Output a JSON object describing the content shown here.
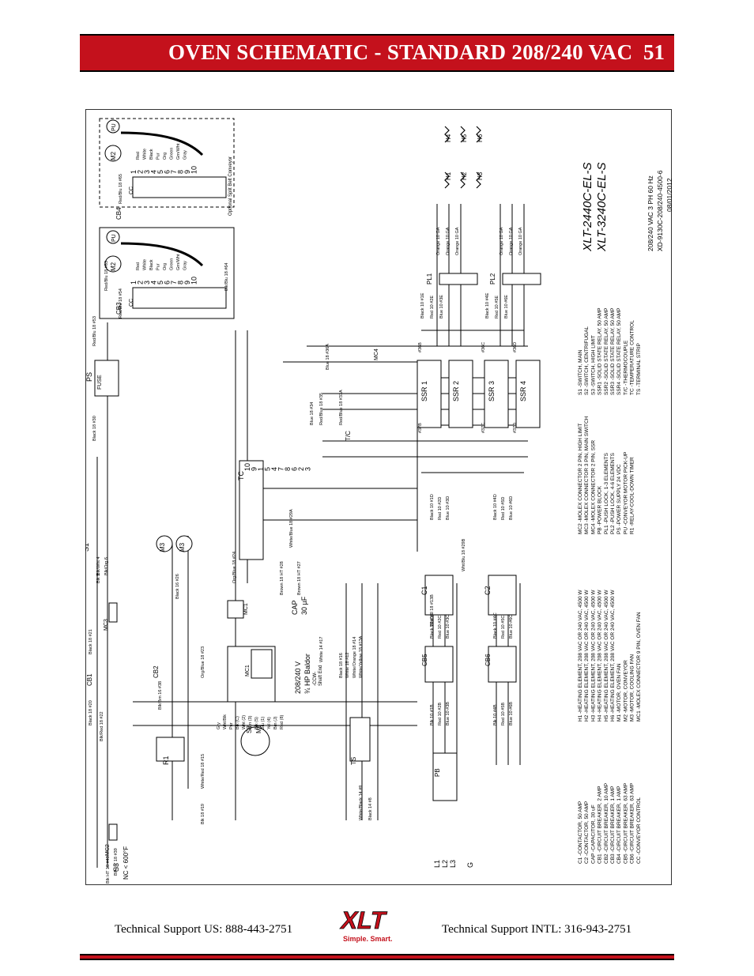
{
  "header": {
    "title": "OVEN SCHEMATIC - STANDARD 208/240 VAC",
    "page_number": "51"
  },
  "footer": {
    "support_us": "Technical Support  US:  888-443-2751",
    "support_intl": "Technical Support  INTL:  316-943-2751",
    "logo_text": "XLT",
    "logo_tagline": "Simple. Smart."
  },
  "schematic": {
    "models": [
      "XLT-2440C-EL-S",
      "XLT-3240C-EL-S"
    ],
    "spec": "208/240 VAC 3 PH 60 Hz",
    "doc_number": "XD-9130C-208/240-4500-6",
    "date": "08/01/2012",
    "conveyor_note": "Optional Split Belt Conveyor",
    "motor_label": "208/240 V",
    "motor_hp": "¾ HP Baldor",
    "motor_dir": "-CCW-",
    "motor_end": "Shaft End",
    "cap_value": "30 µF",
    "s3_note": "NC < 600°F",
    "legend_col1": [
      "C1   -CONTACTOR, 50 AMP",
      "C2   -CONTACTOR, 50 AMP",
      "CAP  -CAPACITOR, 30 uF",
      "CB1  -CIRCUIT BREAKER, 2 AMP",
      "CB2  -CIRCUIT BREAKER, 10 AMP",
      "CB3  -CIRCUIT BREAKER, 1 AMP",
      "CB4  -CIRCUIT BREAKER, 1 AMP",
      "CB5  -CIRCUIT BREAKER, 63 AMP",
      "CB6  -CIRCUIT BREAKER, 63 AMP",
      "CC   -CONVEYOR CONTROL"
    ],
    "legend_col2": [
      "H1  -HEATING ELEMENT, 208 VAC OR 240 VAC, 4500 W",
      "H2  -HEATING ELEMENT, 208 VAC OR 240 VAC, 4500 W",
      "H3  -HEATING ELEMENT, 208 VAC OR 240 VAC, 4500 W",
      "H4  -HEATING ELEMENT, 208 VAC OR 240 VAC, 4500 W",
      "H5  -HEATING ELEMENT, 208 VAC OR 240 VAC, 4500 W",
      "H6  -HEATING ELEMENT, 208 VAC OR 240 VAC, 4500 W",
      "M1  -MOTOR, OVEN FAN",
      "M2  -MOTOR, CONVEYOR",
      "M3  -MOTOR, COOLING FAN",
      "MC1 -MOLEX CONNECTOR 9 PIN, OVEN FAN"
    ],
    "legend_col3": [
      "MC2 -MOLEX CONNECTOR 2 PIN, HIGH LIMIT",
      "MC3 -MOLEX CONNECTOR 3 PIN, MAIN SWITCH",
      "MC4 -MOLEX CONNECTOR 2 PIN, SSR",
      "PB  -POWER BLOCK",
      "PL1 -PUSH LOCK, 1-3 ELEMENTS",
      "PL2 -PUSH LOCK, 4-6 ELEMENTS",
      "PS  -POWER SUPPLY 24 VDC",
      "PU  -CONVEYOR MOTOR PICK-UP",
      "R1  -RELAY-COOL-DOWN TIMER"
    ],
    "legend_col4": [
      "S1   -SWITCH, MAIN",
      "S2   -SWITCH, CENTRIFUGAL",
      "S3   -SWITCH, HIGH LIMIT",
      "SSR1 -SOLID STATE RELAY, 50 AMP",
      "SSR2 -SOLID STATE RELAY, 50 AMP",
      "SSR3 -SOLID STATE RELAY, 50 AMP",
      "SSR4 -SOLID STATE RELAY, 50 AMP",
      "T/C  -THERMOCOUPLE",
      "TC   -TEMPERATURE CONTROL",
      "TS   -TERMINAL STRIP"
    ],
    "components": {
      "c1": "C1",
      "c2": "C2",
      "cb1": "CB1",
      "cb2": "CB2",
      "cb3": "CB3",
      "cb4": "CB4",
      "cb5": "CB5",
      "cb6": "CB6",
      "m1": "M1",
      "m2": "M2",
      "m3": "M3",
      "s1": "S1",
      "s2": "S2",
      "s3": "S3",
      "ps": "PS",
      "pb": "PB",
      "ts": "TS",
      "tc": "TC",
      "r1": "R1",
      "mc1": "MC1",
      "mc2": "MC2",
      "mc3": "MC3",
      "mc4": "MC4",
      "pl1": "PL1",
      "pl2": "PL2",
      "cap": "CAP",
      "tcouple": "T/C",
      "pu": "PU",
      "cc": "CC",
      "fuse": "FUSE",
      "g": "G",
      "ssr1": "SSR 1",
      "ssr2": "SSR 2",
      "ssr3": "SSR 3",
      "ssr4": "SSR 4",
      "h1": "H1",
      "h2": "H2",
      "h3": "H3",
      "h4": "H4",
      "h5": "H5",
      "h6": "H6",
      "l1": "L1",
      "l2": "L2",
      "l3": "L3"
    },
    "wire_labels": {
      "w1": "Black 18 #30",
      "w2": "Red/Blu 18 #53",
      "w3": "Red/Blu 18 #63",
      "w4": "Red/Blu 18 #65",
      "w5": "Red/Blu 18 #54",
      "w6": "Blk/Blu 18 #64",
      "w7": "Blue 18 #34",
      "w8": "Red/Blue 18 #35",
      "w9": "Blue 18 #36A",
      "w10": "Red/Blue 18 #37A",
      "w11": "White/Blue 18 #29A",
      "w12": "Black 16 #26",
      "w13": "Brown 18 HT #28",
      "w14": "Brown 18 HT #27",
      "w15": "Black 18 #21",
      "w16": "Black 18 #20",
      "w17": "Blk/Red 18 #22",
      "w18": "Blk/Brn 16 #38",
      "w19": "Org/Blue 18 #23",
      "w20": "White/Red 18 #15",
      "w21": "Blk 18 #19",
      "w22": "Blk HT 18 #40",
      "w23": "Blk HT 18 #39",
      "w24": "Blk 5",
      "w25": "Blk/Wht 4",
      "w26": "Blk/Org 6",
      "w27": "Org/Blue 18 #24",
      "w28": "White/Black 14 #9",
      "w29": "Black 14 #8",
      "w30": "White 14 #17",
      "w31": "Black 18 #16",
      "w32": "White 18 #12",
      "w33": "White/Orange 18 #14",
      "w34": "White/Yellow 18 #13A",
      "w35": "Wht/Yel 18 #13B",
      "w36": "Wht/Blu 18 #29B",
      "w37": "Black 10 #1E",
      "w38": "Red 10 #2E",
      "w39": "Blue 10 #3E",
      "w40": "Black 10 #4E",
      "w41": "Red 10 #5E",
      "w42": "Blue 10 #6E",
      "w43": "Orange 10 GA",
      "w44": "Black 10 #1D",
      "w45": "Red 10 #2D",
      "w46": "Blue 10 #3D",
      "w47": "Black 10 #4D",
      "w48": "Red 10 #5D",
      "w49": "Blue 10 #6D",
      "w50": "Black 10 #1C",
      "w51": "Red 10 #2C",
      "w52": "Blue 10 #3C",
      "w53": "Black 10 #4C",
      "w54": "Red 10 #5C",
      "w55": "Blue 10 #6C",
      "w56": "Blk 10 #1B",
      "w57": "Red 10 #2B",
      "w58": "Blue 10 #3B",
      "w59": "Blk 10 #4B",
      "w60": "Red 10 #5B",
      "w61": "Blue 10 #6B",
      "w62": "#36B",
      "w63": "#36C",
      "w64": "#36D",
      "w65": "#37B",
      "w66": "#37C",
      "w67": "#37D"
    },
    "conveyor_wires": [
      "Red",
      "White",
      "Black",
      "Pur",
      "Org",
      "Green",
      "Grn/Wht",
      "Gray"
    ],
    "fan_wires": [
      "Gry",
      "Wht/Blk",
      "Pur",
      "Blk (C)",
      "Wht (2)",
      "Orn (3)",
      "Blk (5)",
      "Blu (1)",
      "Yel (4)",
      "Brn (J)",
      "Red (8)"
    ],
    "tc_terminals": [
      "10",
      "9",
      "1",
      "5",
      "4",
      "7",
      "8",
      "6",
      "2",
      "3"
    ],
    "cc_terminals": [
      "1",
      "2",
      "3",
      "4",
      "5",
      "6",
      "7",
      "8",
      "9",
      "10"
    ]
  }
}
